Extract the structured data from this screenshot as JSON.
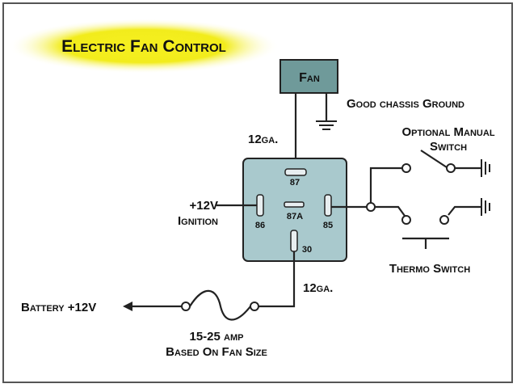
{
  "title": "Electric Fan Control",
  "fan_label": "Fan",
  "ground_label": "Good chassis Ground",
  "wire_gauge_top": "12ga.",
  "wire_gauge_bottom": "12ga.",
  "relay": {
    "pin_87": "87",
    "pin_87a": "87A",
    "pin_86": "86",
    "pin_85": "85",
    "pin_30": "30"
  },
  "ignition_line1": "+12V",
  "ignition_line2": "Ignition",
  "manual_switch_line1": "Optional Manual",
  "manual_switch_line2": "Switch",
  "thermo_switch_label": "Thermo Switch",
  "battery_label": "Battery +12V",
  "fuse_line1": "15-25 amp",
  "fuse_line2": "Based On Fan Size",
  "colors": {
    "title_glow": "#f2ec1c",
    "fan_box": "#6f9a9a",
    "relay_box": "#a9c9cd",
    "wire": "#222222"
  }
}
